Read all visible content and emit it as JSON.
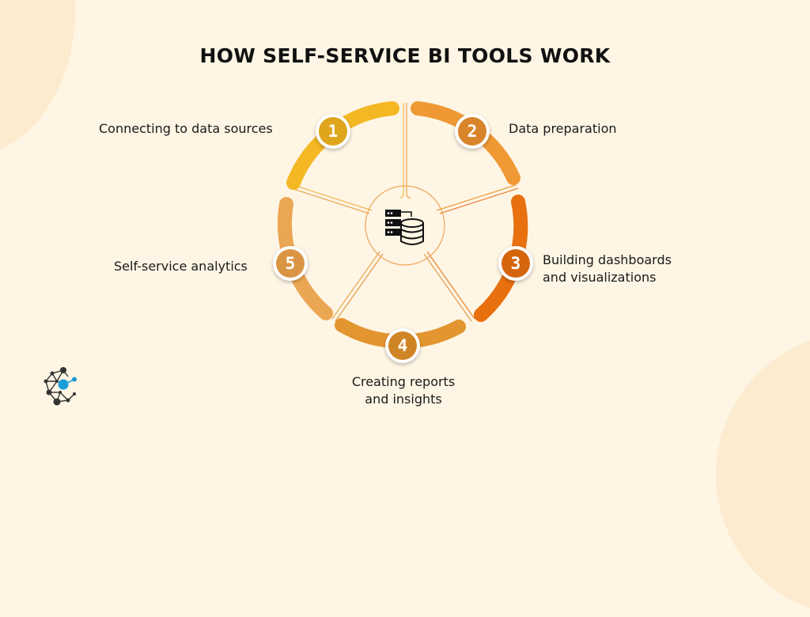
{
  "title": "HOW SELF-SERVICE BI TOOLS WORK",
  "center_icon": "server-database-icon",
  "steps": [
    {
      "number": "1",
      "label": "Connecting to data sources",
      "color": "#f3b823",
      "badge_color": "#dfa51c"
    },
    {
      "number": "2",
      "label": "Data preparation",
      "color": "#ef9934",
      "badge_color": "#d8842a"
    },
    {
      "number": "3",
      "label_line1": "Building dashboards",
      "label_line2": "and visualizations",
      "color": "#e8700f",
      "badge_color": "#d4650c"
    },
    {
      "number": "4",
      "label_line1": "Creating reports",
      "label_line2": "and insights",
      "color": "#e3952f",
      "badge_color": "#cf8526"
    },
    {
      "number": "5",
      "label": "Self-service analytics",
      "color": "#eba653",
      "badge_color": "#d99444"
    }
  ],
  "colors": {
    "background": "#fef5e4",
    "blob": "#fdebcf",
    "title": "#111111",
    "logo_accent": "#1a9cd6"
  },
  "logo_icon": "network-nodes-logo-icon"
}
